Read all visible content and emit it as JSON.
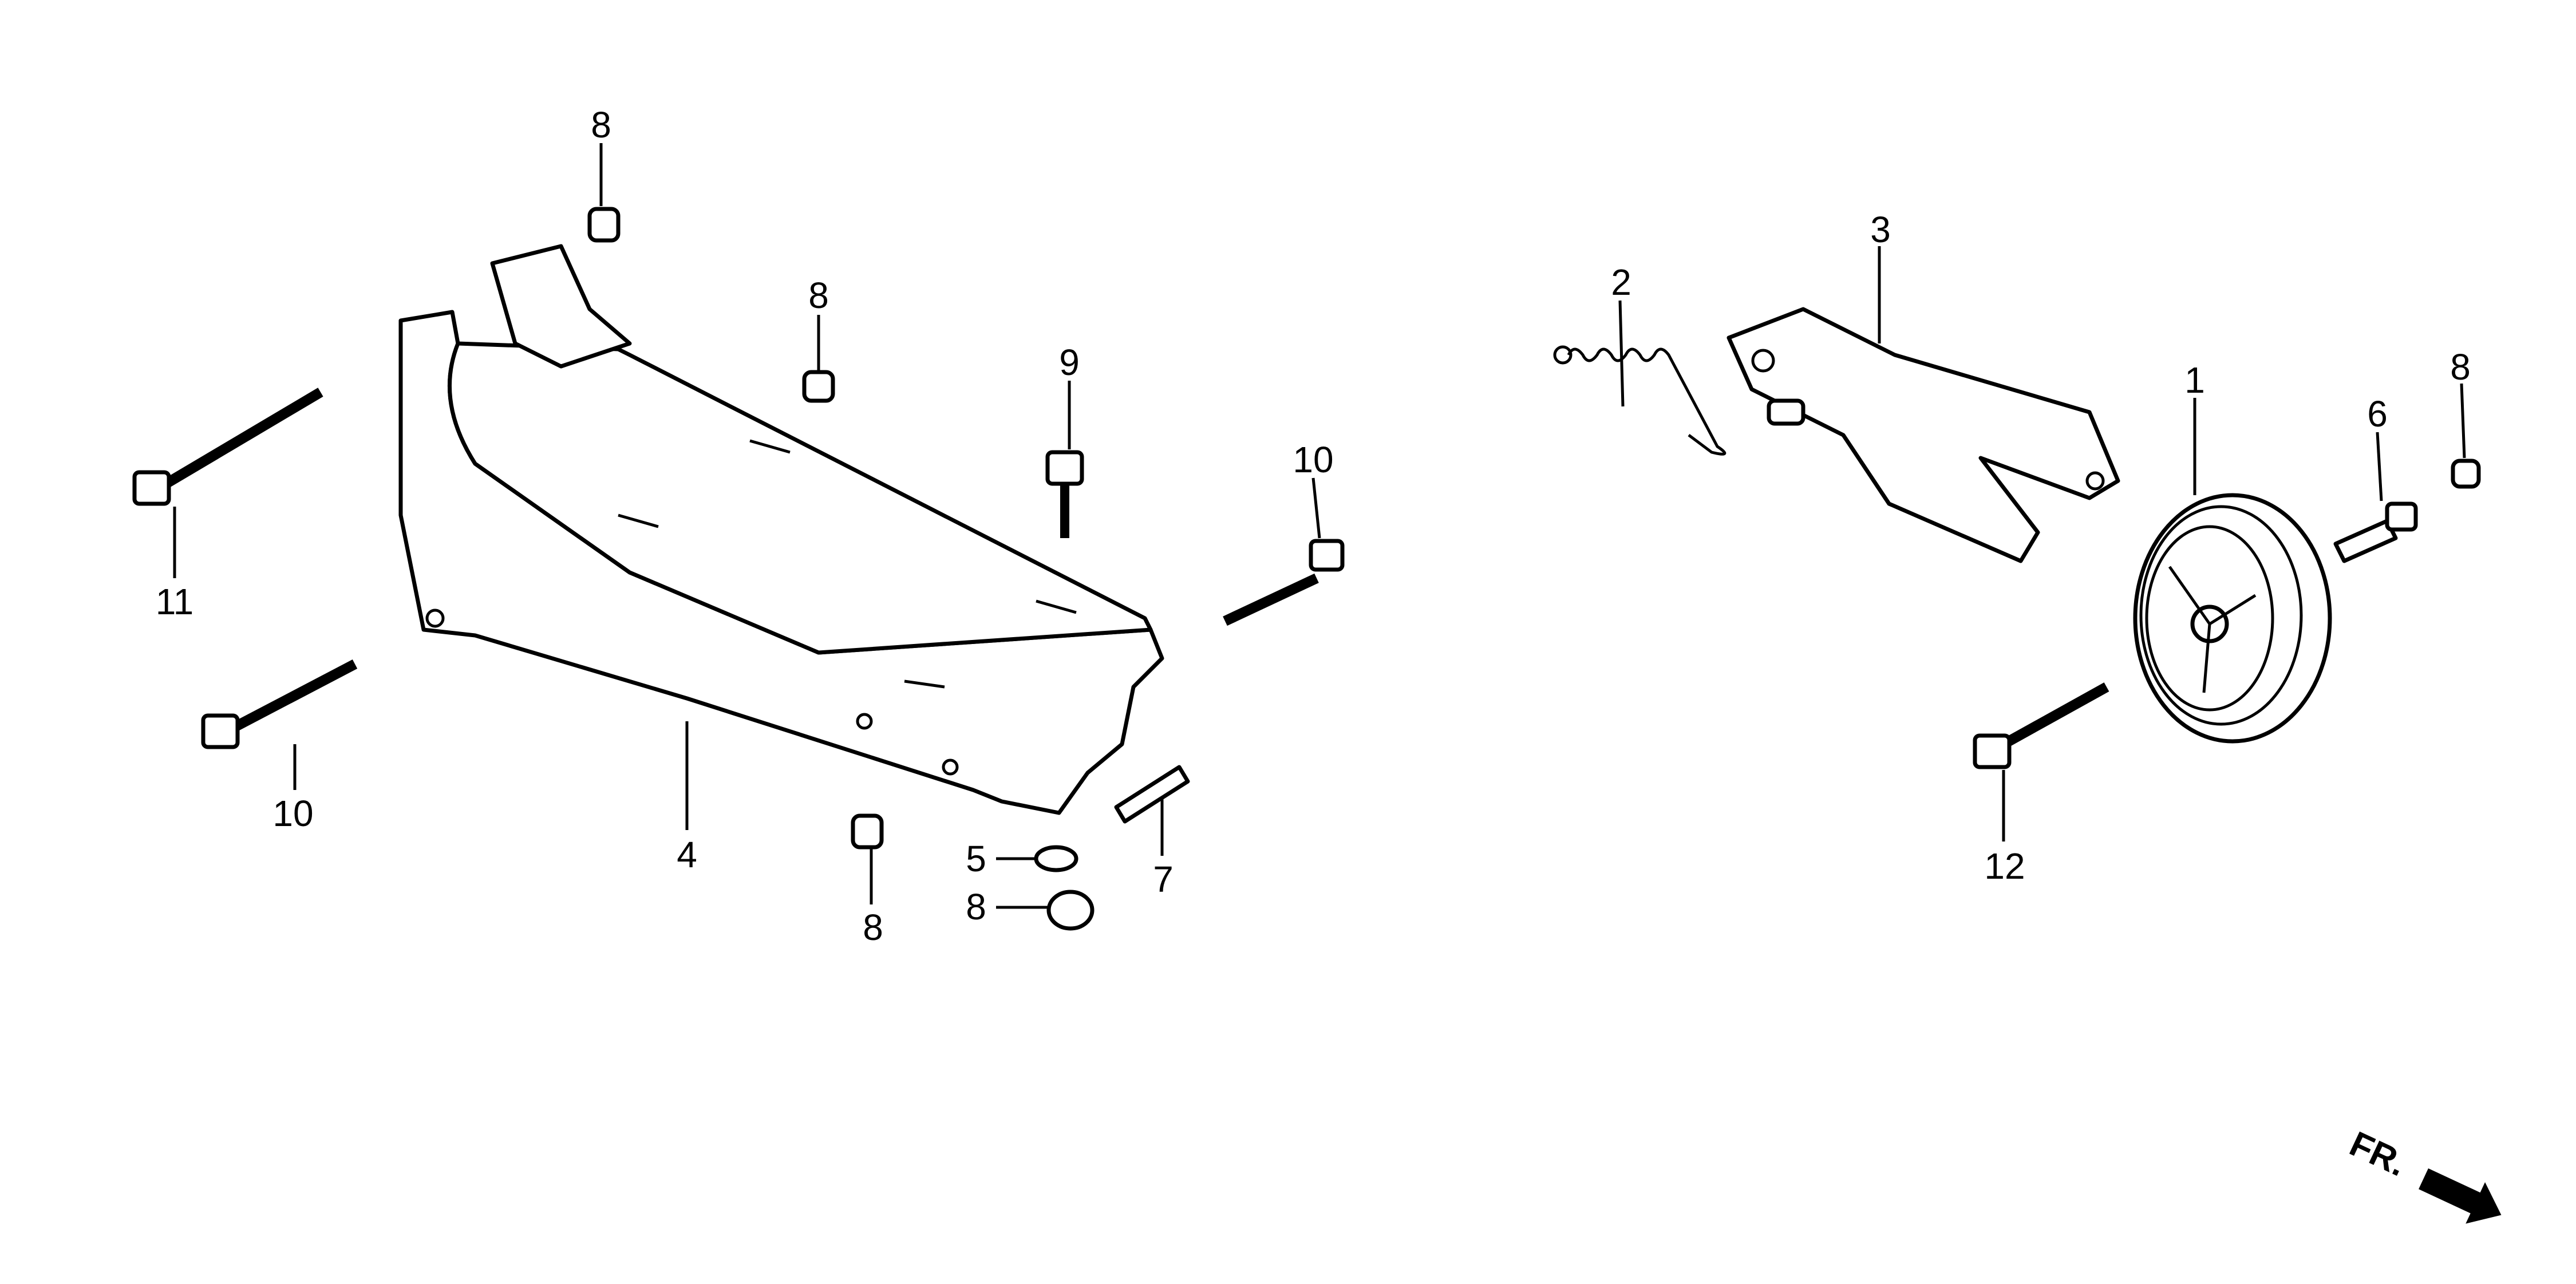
{
  "diagram": {
    "callouts": [
      {
        "id": "8a",
        "label": "8"
      },
      {
        "id": "8b",
        "label": "8"
      },
      {
        "id": "9",
        "label": "9"
      },
      {
        "id": "10a",
        "label": "10"
      },
      {
        "id": "11",
        "label": "11"
      },
      {
        "id": "10b",
        "label": "10"
      },
      {
        "id": "4",
        "label": "4"
      },
      {
        "id": "8c",
        "label": "8"
      },
      {
        "id": "5",
        "label": "5"
      },
      {
        "id": "8d",
        "label": "8"
      },
      {
        "id": "7",
        "label": "7"
      },
      {
        "id": "2",
        "label": "2"
      },
      {
        "id": "3",
        "label": "3"
      },
      {
        "id": "1",
        "label": "1"
      },
      {
        "id": "6",
        "label": "6"
      },
      {
        "id": "8e",
        "label": "8"
      },
      {
        "id": "12",
        "label": "12"
      }
    ],
    "direction_label": "FR."
  }
}
